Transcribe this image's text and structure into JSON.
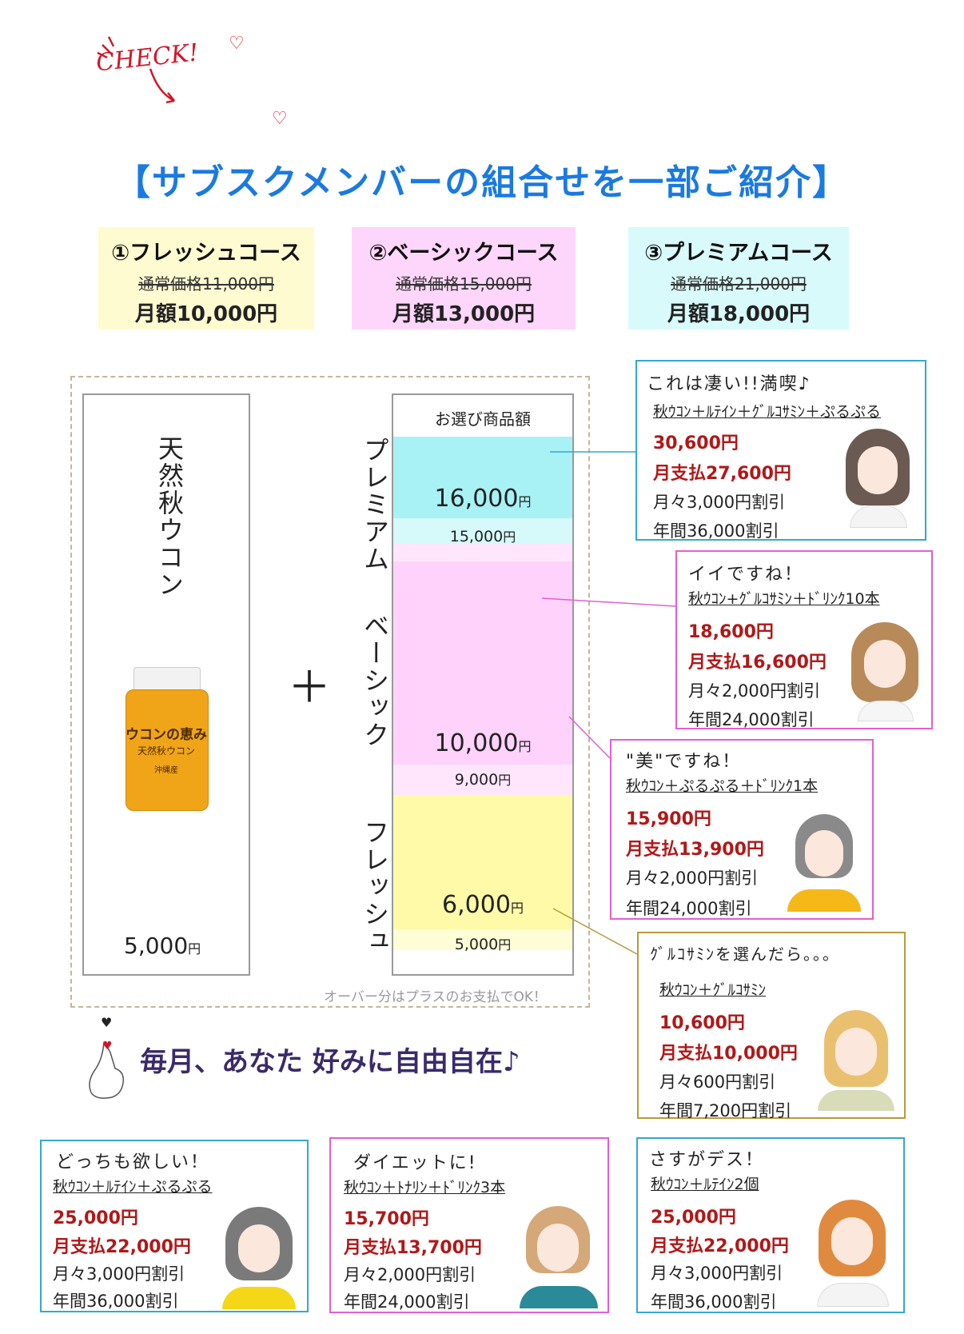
{
  "header": {
    "check": "CHECK!",
    "title": "【サブスクメンバーの組合せを一部ご紹介】"
  },
  "courses": [
    {
      "name": "①フレッシュコース",
      "regular": "通常価格11,000円",
      "monthly": "月額10,000円",
      "bg": "#fffbd0"
    },
    {
      "name": "②ベーシックコース",
      "regular": "通常価格15,000円",
      "monthly": "月額13,000円",
      "bg": "#ffd6fb"
    },
    {
      "name": "③プレミアムコース",
      "regular": "通常価格21,000円",
      "monthly": "月額18,000円",
      "bg": "#d8fafb"
    }
  ],
  "product": {
    "name": "天然秋ウコン",
    "price": "5,000",
    "yen": "円",
    "bottle_label": "ウコンの恵み",
    "bottle_sub": "天然秋ウコン",
    "bottle_origin": "沖縄産"
  },
  "plus": "＋",
  "selection": {
    "header": "お選び商品額",
    "premium_label": "プレミアム",
    "basic_label": "ベーシック",
    "fresh_label": "フレッシュ",
    "premium_amt": "16,000",
    "premium_min": "15,000",
    "basic_amt": "10,000",
    "basic_min": "9,000",
    "fresh_amt": "6,000",
    "fresh_min": "5,000",
    "yen": "円",
    "note": "オーバー分はプラスのお支払でOK！",
    "colors": {
      "premium": "#a8f2f6",
      "premium_light": "#d6f9fa",
      "basic": "#ffd2fb",
      "basic_light": "#ffe6fc",
      "fresh": "#fffaa8",
      "fresh_light": "#fffdd6"
    }
  },
  "slogan": "毎月、あなた 好みに自由自在♪",
  "cards": [
    {
      "title": "これは凄い!!満喫♪",
      "combo": "秋ｳｺﾝ＋ﾙﾃｲﾝ＋ｸﾞﾙｺｻﾐﾝ＋ぷるぷる",
      "price": "30,600円",
      "pay": "月支払27,600円",
      "monthly_discount": "月々3,000円割引",
      "yearly_discount": "年間36,000割引",
      "border": "#34a8d0"
    },
    {
      "title": "イイですね！",
      "combo": "秋ｳｺﾝ+ｸﾞﾙｺｻﾐﾝ＋ﾄﾞﾘﾝｸ10本",
      "price": "18,600円",
      "pay": "月支払16,600円",
      "monthly_discount": "月々2,000円割引",
      "yearly_discount": "年間24,000割引",
      "border": "#e060d0"
    },
    {
      "title": "\"美\"ですね！",
      "combo": "秋ｳｺﾝ＋ぷるぷる＋ﾄﾞﾘﾝｸ1本",
      "price": "15,900円",
      "pay": "月支払13,900円",
      "monthly_discount": "月々2,000円割引",
      "yearly_discount": "年間24,000割引",
      "border": "#e060d0"
    },
    {
      "title": "ｸﾞﾙｺｻﾐﾝを選んだら。。。",
      "combo": "秋ｳｺﾝ＋ｸﾞﾙｺｻﾐﾝ",
      "price": "10,600円",
      "pay": "月支払10,000円",
      "monthly_discount": "月々600円割引",
      "yearly_discount": "年間7,200円割引",
      "border": "#b89a3a"
    },
    {
      "title": "どっちも欲しい！",
      "combo": "秋ｳｺﾝ＋ﾙﾃｲﾝ＋ぷるぷる",
      "price": "25,000円",
      "pay": "月支払22,000円",
      "monthly_discount": "月々3,000円割引",
      "yearly_discount": "年間36,000割引",
      "border": "#34a8d0"
    },
    {
      "title": "ダイエットに!",
      "combo": "秋ｳｺﾝ＋ﾄﾅﾘﾝ＋ﾄﾞﾘﾝｸ3本",
      "price": "15,700円",
      "pay": "月支払13,700円",
      "monthly_discount": "月々2,000円割引",
      "yearly_discount": "年間24,000割引",
      "border": "#e060d0"
    },
    {
      "title": "さすがデス！",
      "combo": "秋ｳｺﾝ＋ﾙﾃｲﾝ2個",
      "price": "25,000円",
      "pay": "月支払22,000円",
      "monthly_discount": "月々3,000円割引",
      "yearly_discount": "年間36,000割引",
      "border": "#34a8d0"
    }
  ]
}
